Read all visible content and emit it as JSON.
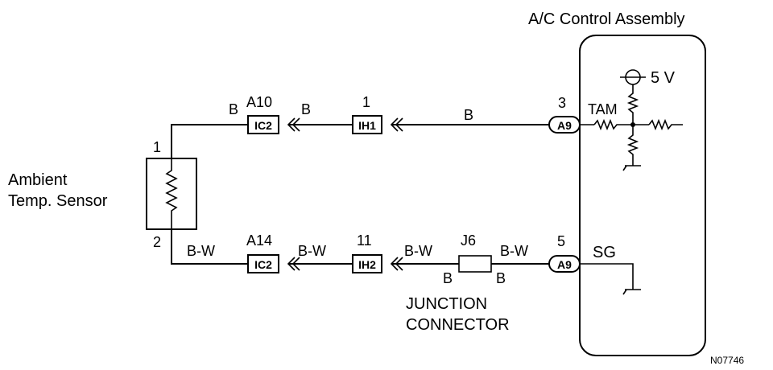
{
  "assembly": {
    "title": "A/C Control Assembly"
  },
  "sensor": {
    "name_line1": "Ambient",
    "name_line2": "Temp. Sensor",
    "pin_top": "1",
    "pin_bottom": "2"
  },
  "top_circuit": {
    "wire_left": "B",
    "connector1": {
      "ref": "A10",
      "label": "IC2",
      "wire_out": "B"
    },
    "connector2": {
      "pin": "1",
      "label": "IH1"
    },
    "wire_mid": "B",
    "terminal": {
      "pin": "3",
      "label": "A9"
    }
  },
  "bottom_circuit": {
    "wire_left": "B-W",
    "connector1": {
      "ref": "A14",
      "label": "IC2",
      "wire_out": "B-W"
    },
    "connector2": {
      "pin": "11",
      "label": "IH2"
    },
    "wire_mid": "B-W",
    "junction": {
      "ref": "J6",
      "wire_out": "B-W",
      "left_label": "B",
      "right_label": "B",
      "name_line1": "JUNCTION",
      "name_line2": "CONNECTOR"
    },
    "terminal": {
      "pin": "5",
      "label": "A9"
    }
  },
  "internal": {
    "supply": "5 V",
    "tam": "TAM",
    "sg": "SG"
  },
  "figure_code": "N07746"
}
